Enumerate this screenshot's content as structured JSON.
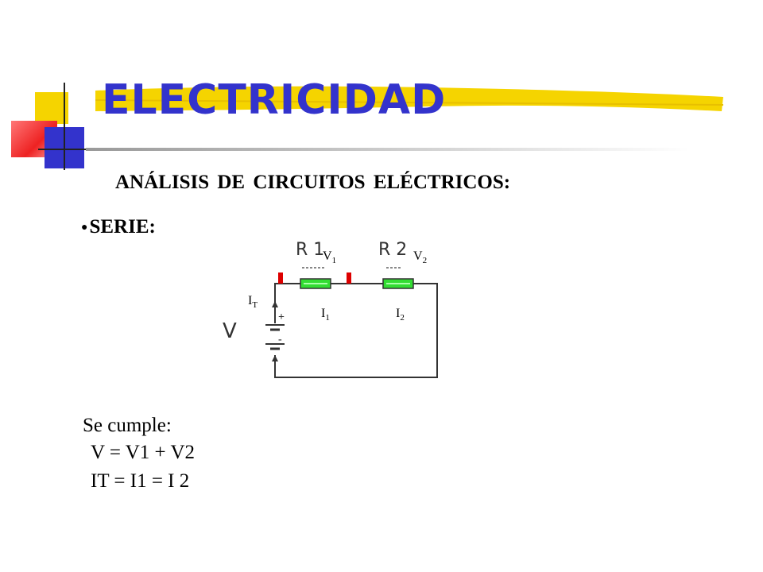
{
  "slide": {
    "title": "ELECTRICIDAD",
    "subtitle": "ANÁLISIS DE CIRCUITOS ELÉCTRICOS:",
    "bullet": "SERIE:",
    "condition_heading": "Se cumple:",
    "equations": [
      "V = V1 + V2",
      "IT = I1 = I 2"
    ]
  },
  "circuit": {
    "resistor_1": "R 1",
    "resistor_2": "R 2",
    "source_label": "V",
    "voltage_1": {
      "main": "V",
      "sub": "1"
    },
    "voltage_2": {
      "main": "V",
      "sub": "2"
    },
    "current_total": {
      "main": "I",
      "sub": "T"
    },
    "current_1": {
      "main": "I",
      "sub": "1"
    },
    "current_2": {
      "main": "I",
      "sub": "2"
    },
    "battery_plus": "+",
    "battery_minus": "-"
  },
  "colors": {
    "title": "#3333cc",
    "accent_yellow": "#f5d400",
    "accent_blue": "#3333cc",
    "accent_red": "#ee3333",
    "resistor_fill": "#33dd33",
    "terminal": "#dd0000"
  }
}
